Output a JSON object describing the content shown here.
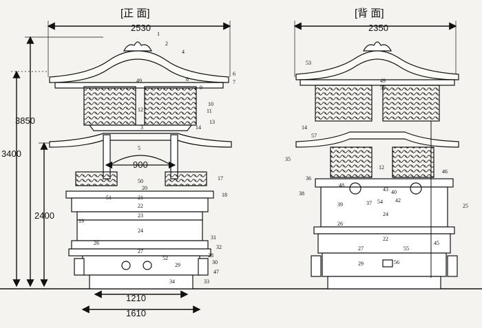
{
  "views": {
    "front": {
      "title": "[正 面]",
      "width_label": "2530",
      "span_label": "900",
      "base_label_inner": "1210",
      "base_label_outer": "1610"
    },
    "back": {
      "title": "[背 面]",
      "width_label": "2350"
    }
  },
  "heights": {
    "total": "3850",
    "mid": "3400",
    "lower": "2400"
  },
  "front_parts": [
    "1",
    "2",
    "3",
    "4",
    "5",
    "6",
    "7",
    "8",
    "9",
    "10",
    "11",
    "12",
    "13",
    "14",
    "17",
    "18",
    "19",
    "20",
    "21",
    "22",
    "23",
    "24",
    "26",
    "27",
    "28",
    "29",
    "30",
    "31",
    "32",
    "33",
    "34",
    "47",
    "49",
    "50",
    "51",
    "52"
  ],
  "back_parts": [
    "12",
    "14",
    "22",
    "24",
    "25",
    "26",
    "27",
    "29",
    "35",
    "36",
    "37",
    "38",
    "39",
    "40",
    "42",
    "43",
    "45",
    "46",
    "48",
    "49",
    "53",
    "54",
    "55",
    "56",
    "57",
    "58"
  ]
}
